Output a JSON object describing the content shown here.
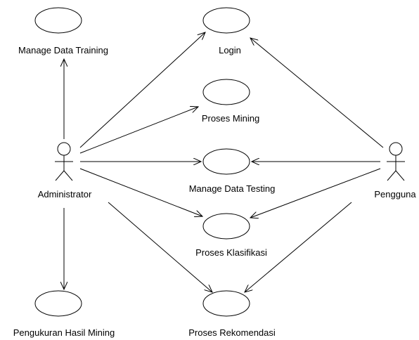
{
  "use_cases": {
    "manage_data_training": "Manage Data Training",
    "login": "Login",
    "proses_mining": "Proses Mining",
    "manage_data_testing": "Manage Data Testing",
    "proses_klasifikasi": "Proses Klasifikasi",
    "pengukuran_hasil_mining": "Pengukuran Hasil Mining",
    "proses_rekomendasi": "Proses Rekomendasi"
  },
  "actors": {
    "administrator": "Administrator",
    "pengguna": "Pengguna"
  }
}
